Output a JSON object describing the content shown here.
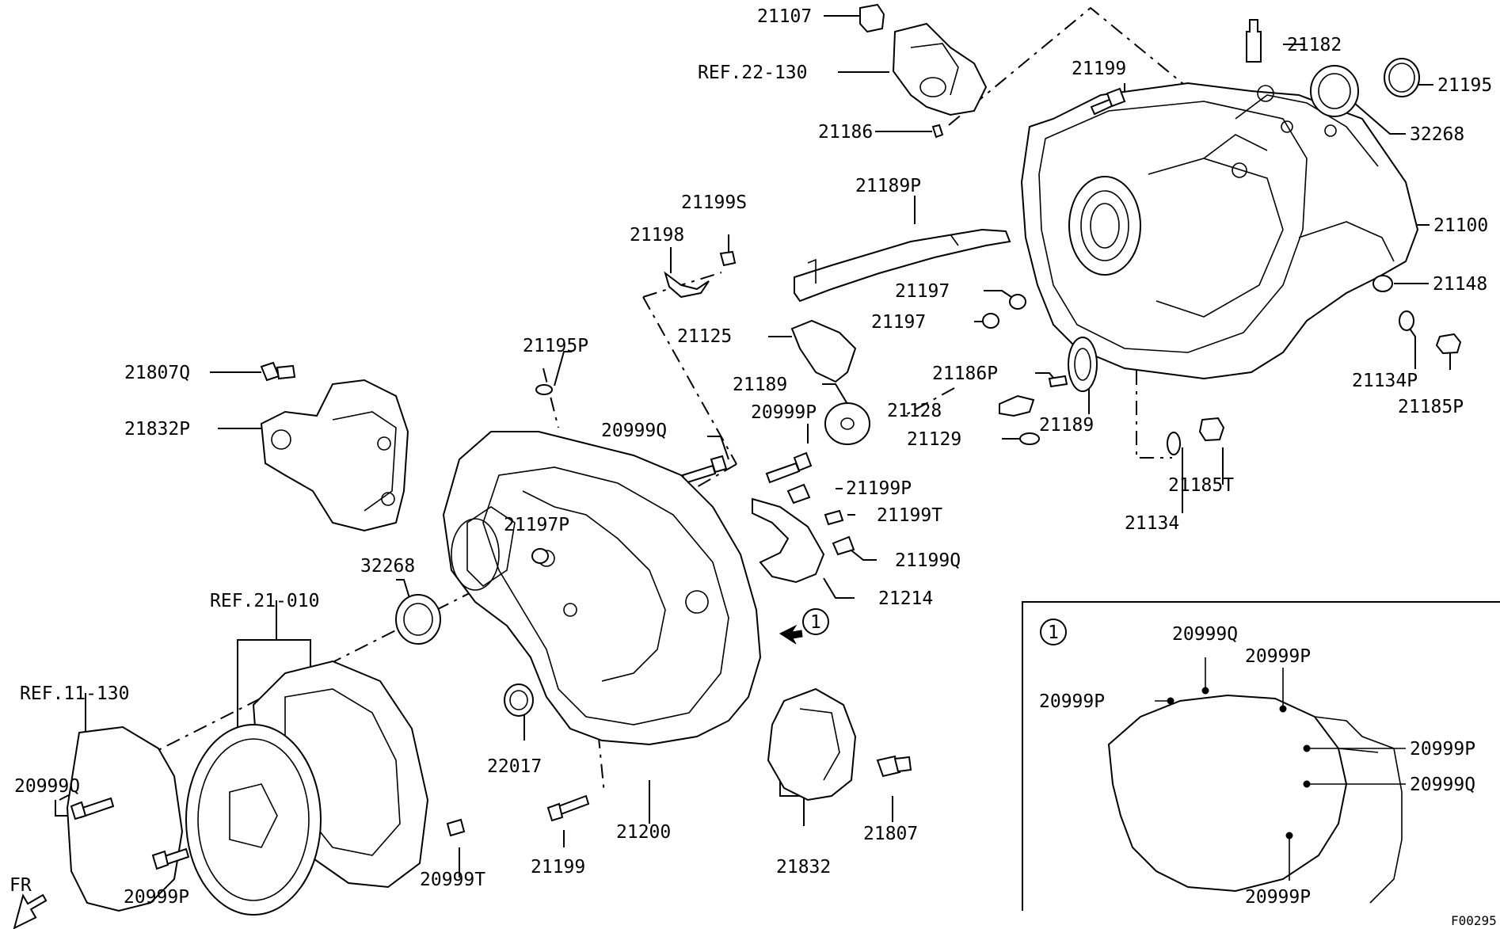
{
  "labels": {
    "l21107": "21107",
    "ref22": "REF.22-130",
    "l21186": "21186",
    "l21182": "21182",
    "l21199_top": "21199",
    "l21195": "21195",
    "l32268_top": "32268",
    "l21100": "21100",
    "l21148": "21148",
    "l21134P": "21134P",
    "l21185P": "21185P",
    "l21189P": "21189P",
    "l21197_a": "21197",
    "l21197_b": "21197",
    "l21186P": "21186P",
    "l21128": "21128",
    "l21129": "21129",
    "l21189_right": "21189",
    "l21134": "21134",
    "l21185T": "21185T",
    "l21199S": "21199S",
    "l21198": "21198",
    "l21125": "21125",
    "l21189_mid": "21189",
    "l20999P_mid": "20999P",
    "l21199P": "21199P",
    "l21199T": "21199T",
    "l21199Q": "21199Q",
    "l21214": "21214",
    "l21195P": "21195P",
    "l20999Q_mid": "20999Q",
    "l21197P": "21197P",
    "l21807Q": "21807Q",
    "l21832P": "21832P",
    "l32268_left": "32268",
    "ref21": "REF.21-010",
    "ref11": "REF.11-130",
    "l20999Q_left": "20999Q",
    "l20999P_left": "20999P",
    "l20999T": "20999T",
    "l22017": "22017",
    "l21199_bottom": "21199",
    "l21200": "21200",
    "l21832": "21832",
    "l21807": "21807",
    "fr": "FR",
    "callout_marker": "1",
    "figure_code": "F00295"
  },
  "inset": {
    "marker": "1",
    "labels": {
      "q_top": "20999Q",
      "p_top": "20999P",
      "p_left": "20999P",
      "p_right": "20999P",
      "q_right": "20999Q",
      "p_bottom": "20999P"
    }
  }
}
